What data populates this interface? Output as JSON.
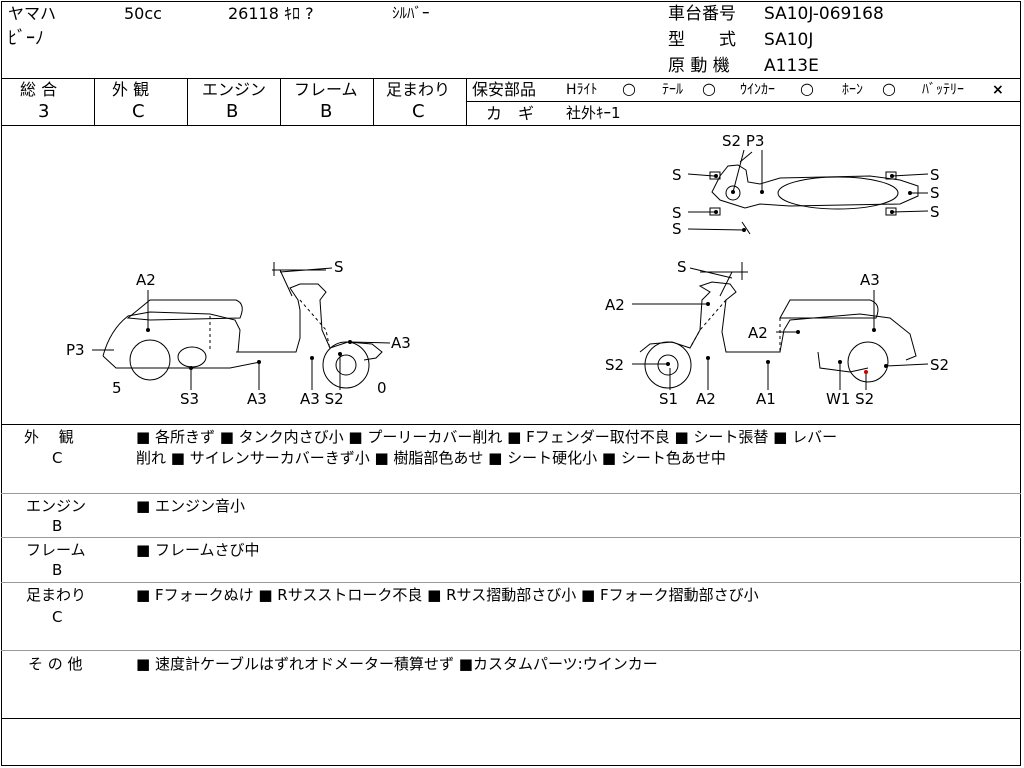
{
  "header": {
    "maker": "ヤマハ",
    "displacement": "50cc",
    "mileage": "26118 ｷﾛ ?",
    "color": "ｼﾙﾊﾞｰ",
    "model_name": "ﾋﾞｰﾉ",
    "frame_no_label": "車台番号",
    "frame_no": "SA10J-069168",
    "type_label": "型　　式",
    "type": "SA10J",
    "engine_label": "原 動 機",
    "engine": "A113E"
  },
  "grades": {
    "overall_label": "総 合",
    "overall": "3",
    "exterior_label": "外 観",
    "exterior": "C",
    "engine_label": "エンジン",
    "engine": "B",
    "frame_label": "フレーム",
    "frame": "B",
    "suspension_label": "足まわり",
    "suspension": "C"
  },
  "safety": {
    "label": "保安部品",
    "items": [
      {
        "name": "Hﾗｲﾄ",
        "mark": "○"
      },
      {
        "name": "ﾃｰﾙ",
        "mark": "○"
      },
      {
        "name": "ｳｲﾝｶｰ",
        "mark": "○"
      },
      {
        "name": "ﾎｰﾝ",
        "mark": "○"
      },
      {
        "name": "ﾊﾞｯﾃﾘｰ",
        "mark": "×"
      }
    ],
    "key_label": "カ　ギ",
    "key_value": "社外ｷｰ1"
  },
  "diagram": {
    "top_view": [
      "S2 P3",
      "S",
      "S",
      "S",
      "S",
      "S",
      "S"
    ],
    "left_view": [
      "S",
      "A2",
      "P3",
      "5",
      "S3",
      "A3",
      "A3 S2",
      "0",
      "A3"
    ],
    "right_view": [
      "S",
      "A2",
      "A3",
      "A2",
      "S2",
      "S2",
      "S1",
      "A2",
      "A1",
      "W1 S2"
    ]
  },
  "remarks": [
    {
      "label": "外　 観",
      "grade": "C",
      "line1": "■ 各所きず ■ タンク内さび小 ■ プーリーカバー削れ ■ Fフェンダー取付不良 ■ シート張替 ■ レバー",
      "line2": "削れ ■ サイレンサーカバーきず小 ■ 樹脂部色あせ ■ シート硬化小 ■ シート色あせ中"
    },
    {
      "label": "エンジン",
      "grade": "B",
      "line1": "■ エンジン音小",
      "line2": ""
    },
    {
      "label": "フレーム",
      "grade": "B",
      "line1": "■ フレームさび中",
      "line2": ""
    },
    {
      "label": "足まわり",
      "grade": "C",
      "line1": "■ Fフォークぬけ ■ Rサスストローク不良 ■ Rサス摺動部さび小 ■ Fフォーク摺動部さび小",
      "line2": ""
    },
    {
      "label": "そ の 他",
      "grade": "",
      "line1": "■ 速度計ケーブルはずれオドメーター積算せず ■カスタムパーツ:ウインカー",
      "line2": ""
    }
  ]
}
